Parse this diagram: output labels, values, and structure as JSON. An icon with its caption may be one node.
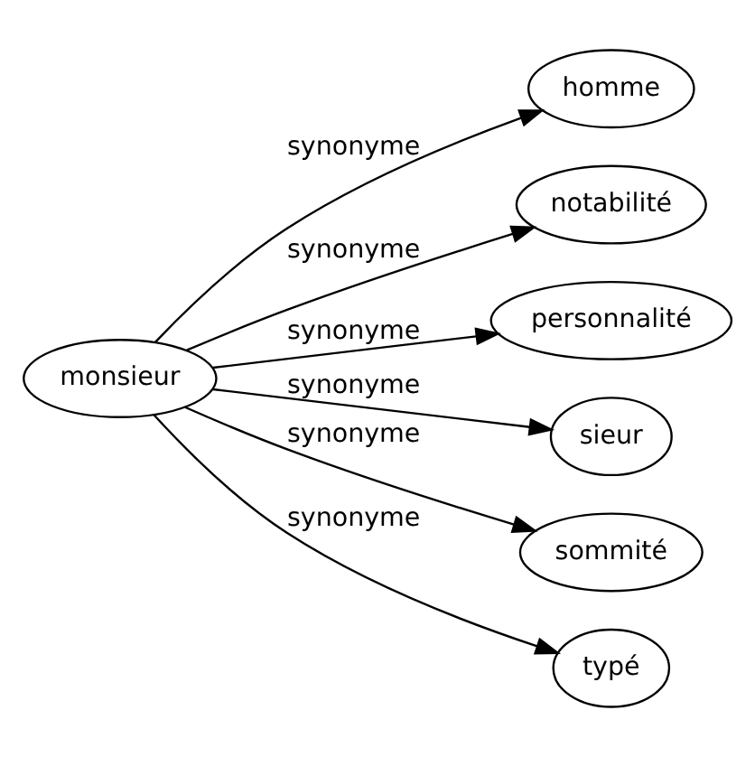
{
  "diagram": {
    "nodes": [
      {
        "text": [
          "monsieur"
        ]
      },
      {
        "text": [
          "homme"
        ]
      },
      {
        "text": [
          "notabilité"
        ]
      },
      {
        "text": [
          "personnalité"
        ]
      },
      {
        "text": [
          "sieur"
        ]
      },
      {
        "text": [
          "sommité"
        ]
      },
      {
        "text": [
          "typé"
        ]
      }
    ],
    "edges": [
      {
        "from": 0,
        "to": 1,
        "arrow": "to",
        "label": "synonyme"
      },
      {
        "from": 0,
        "to": 2,
        "arrow": "to",
        "label": "synonyme"
      },
      {
        "from": 0,
        "to": 3,
        "arrow": "to",
        "label": "synonyme"
      },
      {
        "from": 0,
        "to": 4,
        "arrow": "to",
        "label": "synonyme"
      },
      {
        "from": 0,
        "to": 5,
        "arrow": "to",
        "label": "synonyme"
      },
      {
        "from": 0,
        "to": 6,
        "arrow": "to",
        "label": "synonyme"
      }
    ]
  }
}
